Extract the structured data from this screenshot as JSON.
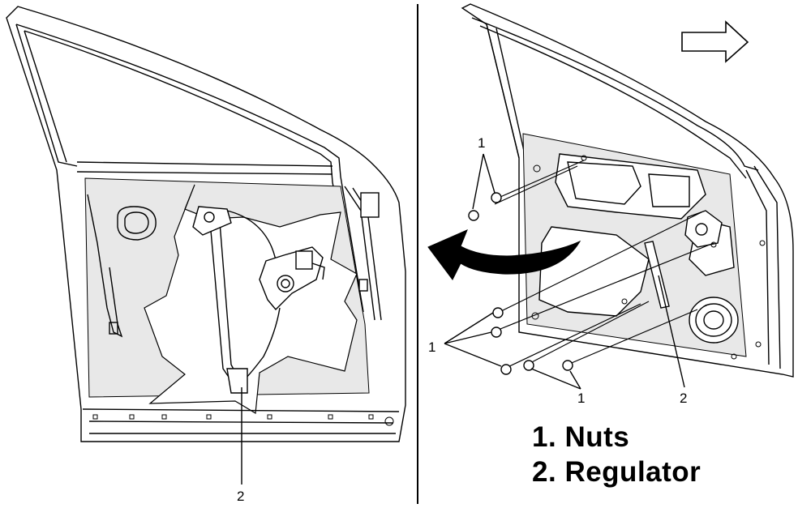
{
  "callouts": {
    "left_regulator": "2",
    "right_nuts_top": "1",
    "right_nuts_mid": "1",
    "right_nuts_bottom": "1",
    "right_regulator": "2"
  },
  "legend": [
    {
      "number": "1.",
      "label": "Nuts"
    },
    {
      "number": "2.",
      "label": "Regulator"
    }
  ],
  "icons": {
    "direction_arrow": "outline-right-arrow-icon",
    "removal_arrow": "curved-left-arrow-icon"
  },
  "colors": {
    "ink": "#000000",
    "panel_shade": "#e8e8e8",
    "background": "#ffffff"
  }
}
